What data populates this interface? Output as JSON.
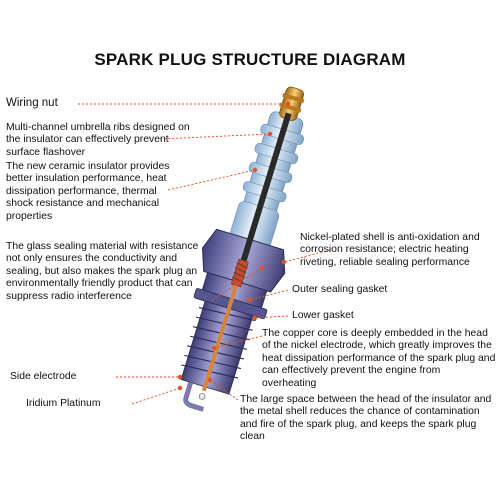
{
  "title": "SPARK PLUG STRUCTURE DIAGRAM",
  "labels": {
    "wiring_nut": "Wiring nut",
    "umbrella_ribs": "Multi-channel umbrella ribs designed on the insulator can effectively prevent surface flashover",
    "ceramic_insulator": "The new ceramic insulator provides better insulation performance, heat dissipation performance, thermal shock resistance and mechanical properties",
    "glass_sealing": "The glass sealing material with resistance not only ensures the conductivity and sealing, but also makes the spark plug an environmentally friendly product that can suppress radio interference",
    "nickel_shell": "Nickel-plated shell is anti-oxidation and corrosion resistance; electric heating riveting, reliable sealing performance",
    "outer_gasket": "Outer sealing gasket",
    "lower_gasket": "Lower gasket",
    "copper_core": "The copper core is deeply embedded in the head of the nickel electrode, which greatly improves the heat dissipation performance of the spark plug and can effectively prevent the engine from overheating",
    "side_electrode": "Side electrode",
    "iridium": "Iridium Platinum",
    "large_space": "The large space between the head of the insulator and the metal shell reduces the chance of contamination and fire of the spark plug, and keeps the spark plug clean"
  },
  "colors": {
    "leader": "#e8501e",
    "insulator": "#bcd6ee",
    "shell": "#6a6aa8",
    "core": "#222222",
    "nut": "#d99a2a"
  }
}
